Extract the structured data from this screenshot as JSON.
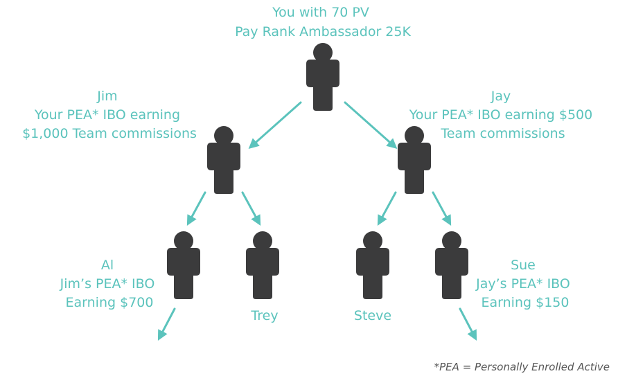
{
  "colors": {
    "accent": "#5bc3bc",
    "person": "#3b3b3c",
    "footnote": "#555555"
  },
  "icon": "person-icon",
  "nodes": {
    "you": {
      "lines": [
        "You with 70 PV",
        "Pay Rank Ambassador 25K"
      ]
    },
    "jim": {
      "lines": [
        "Jim",
        "Your PEA* IBO earning",
        "$1,000 Team commissions"
      ]
    },
    "jay": {
      "lines": [
        "Jay",
        "Your PEA* IBO earning $500",
        "Team commissions"
      ]
    },
    "al": {
      "lines": [
        "Al",
        "Jim’s PEA* IBO",
        "Earning $700"
      ]
    },
    "trey": {
      "lines": [
        "Trey"
      ]
    },
    "steve": {
      "lines": [
        "Steve"
      ]
    },
    "sue": {
      "lines": [
        "Sue",
        "Jay’s PEA* IBO",
        "Earning $150"
      ]
    }
  },
  "footnote": "*PEA = Personally Enrolled Active"
}
